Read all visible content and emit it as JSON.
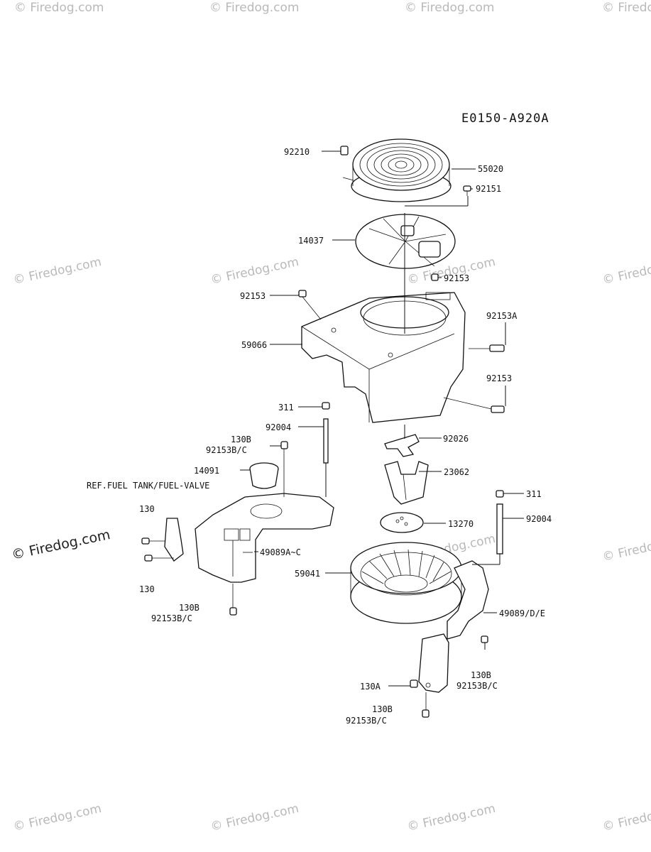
{
  "diagram_code": "E0150-A920A",
  "watermark": "© Firedog.com",
  "reference_note": "REF.FUEL TANK/FUEL-VALVE",
  "labels": {
    "p92210": "92210",
    "p55020": "55020",
    "p92151": "92151",
    "p14037": "14037",
    "p92153_top": "92153",
    "p92153_left": "92153",
    "p92153A": "92153A",
    "p59066": "59066",
    "p92153_right": "92153",
    "p311_left": "311",
    "p92004_left": "92004",
    "p130B_1": "130B",
    "p92153BC_1": "92153B/C",
    "p14091": "14091",
    "p92026": "92026",
    "p23062": "23062",
    "p311_right": "311",
    "p130_top": "130",
    "p13270": "13270",
    "p92004_right": "92004",
    "p49089AC": "49089A~C",
    "p59041": "59041",
    "p130_bottom": "130",
    "p130B_2": "130B",
    "p92153BC_2": "92153B/C",
    "p49089DE": "49089/D/E",
    "p130B_3": "130B",
    "p92153BC_3": "92153B/C",
    "p130A": "130A",
    "p130B_4": "130B",
    "p92153BC_4": "92153B/C"
  }
}
